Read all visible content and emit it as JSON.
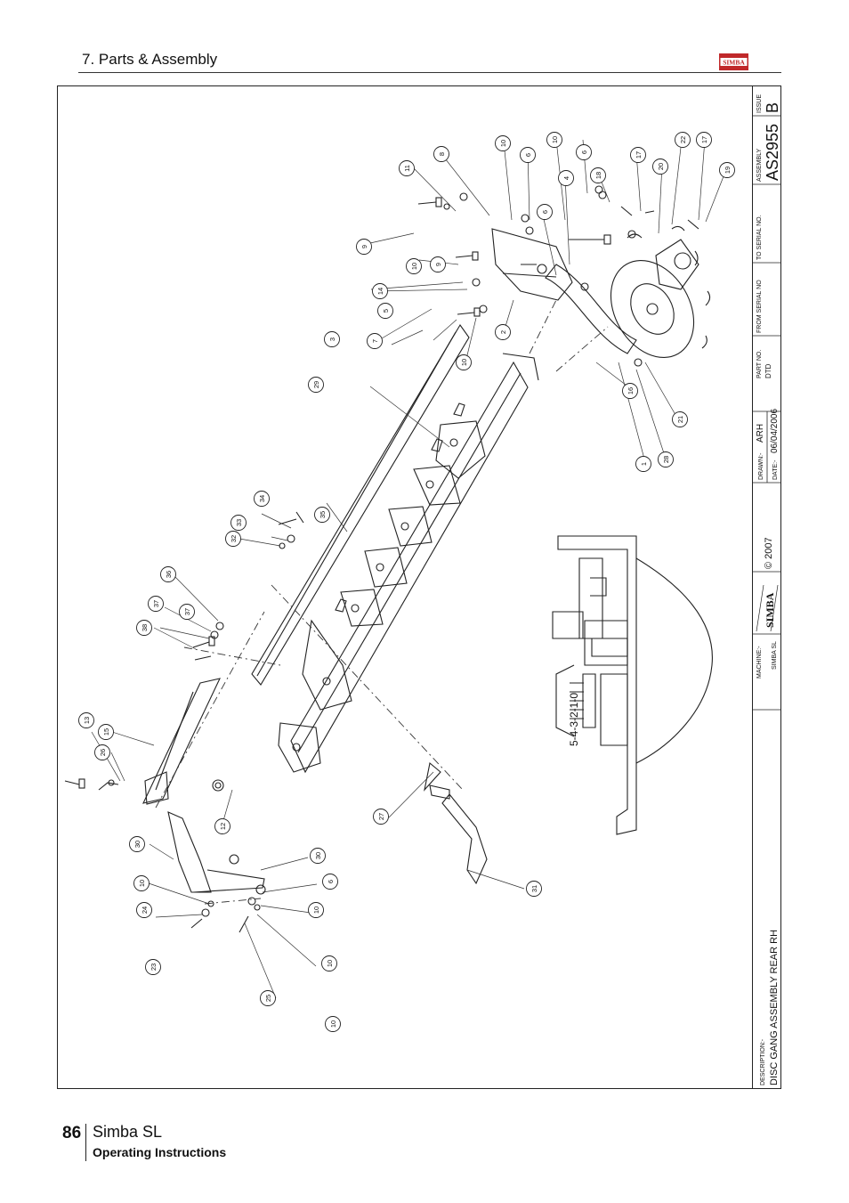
{
  "header": {
    "section_title": "7. Parts & Assembly",
    "logo_text": "SIMBA"
  },
  "drawing": {
    "balloons": [
      {
        "label": "1"
      },
      {
        "label": "2"
      },
      {
        "label": "3"
      },
      {
        "label": "4"
      },
      {
        "label": "5"
      },
      {
        "label": "6"
      },
      {
        "label": "6"
      },
      {
        "label": "6"
      },
      {
        "label": "6"
      },
      {
        "label": "7"
      },
      {
        "label": "8"
      },
      {
        "label": "9"
      },
      {
        "label": "9"
      },
      {
        "label": "10"
      },
      {
        "label": "10"
      },
      {
        "label": "10"
      },
      {
        "label": "10"
      },
      {
        "label": "10"
      },
      {
        "label": "10"
      },
      {
        "label": "10"
      },
      {
        "label": "10"
      },
      {
        "label": "11"
      },
      {
        "label": "12"
      },
      {
        "label": "13"
      },
      {
        "label": "14"
      },
      {
        "label": "15"
      },
      {
        "label": "16"
      },
      {
        "label": "17"
      },
      {
        "label": "17"
      },
      {
        "label": "18"
      },
      {
        "label": "19"
      },
      {
        "label": "20"
      },
      {
        "label": "21"
      },
      {
        "label": "22"
      },
      {
        "label": "23"
      },
      {
        "label": "24"
      },
      {
        "label": "25"
      },
      {
        "label": "26"
      },
      {
        "label": "27"
      },
      {
        "label": "28"
      },
      {
        "label": "29"
      },
      {
        "label": "30"
      },
      {
        "label": "30"
      },
      {
        "label": "31"
      },
      {
        "label": "32"
      },
      {
        "label": "33"
      },
      {
        "label": "34"
      },
      {
        "label": "35"
      },
      {
        "label": "36"
      },
      {
        "label": "37"
      },
      {
        "label": "37"
      },
      {
        "label": "38"
      }
    ],
    "detail_note": "5-4-3-2-1-0"
  },
  "title_block": {
    "issue_label": "ISSUE",
    "issue": "B",
    "assembly_label": "ASSEMBLY",
    "assembly_no": "AS2955",
    "to_serial_label": "TO SERIAL NO.",
    "from_serial_label": "FROM SERIAL NO",
    "part_no_label": "PART NO.",
    "part_no": "DTD",
    "drawn_label": "DRAWN:-",
    "drawn": "ARH",
    "date_label": "DATE:-",
    "date": "06/04/2006",
    "brand": "SIMBA",
    "copyright": "© 2007",
    "machine_label": "MACHINE:-",
    "machine": "SIMBA SL",
    "description_label": "DESCRIPTION:-",
    "description": "DISC GANG ASSEMBLY REAR RH"
  },
  "footer": {
    "page_number": "86",
    "model": "Simba SL",
    "subtitle": "Operating Instructions"
  }
}
